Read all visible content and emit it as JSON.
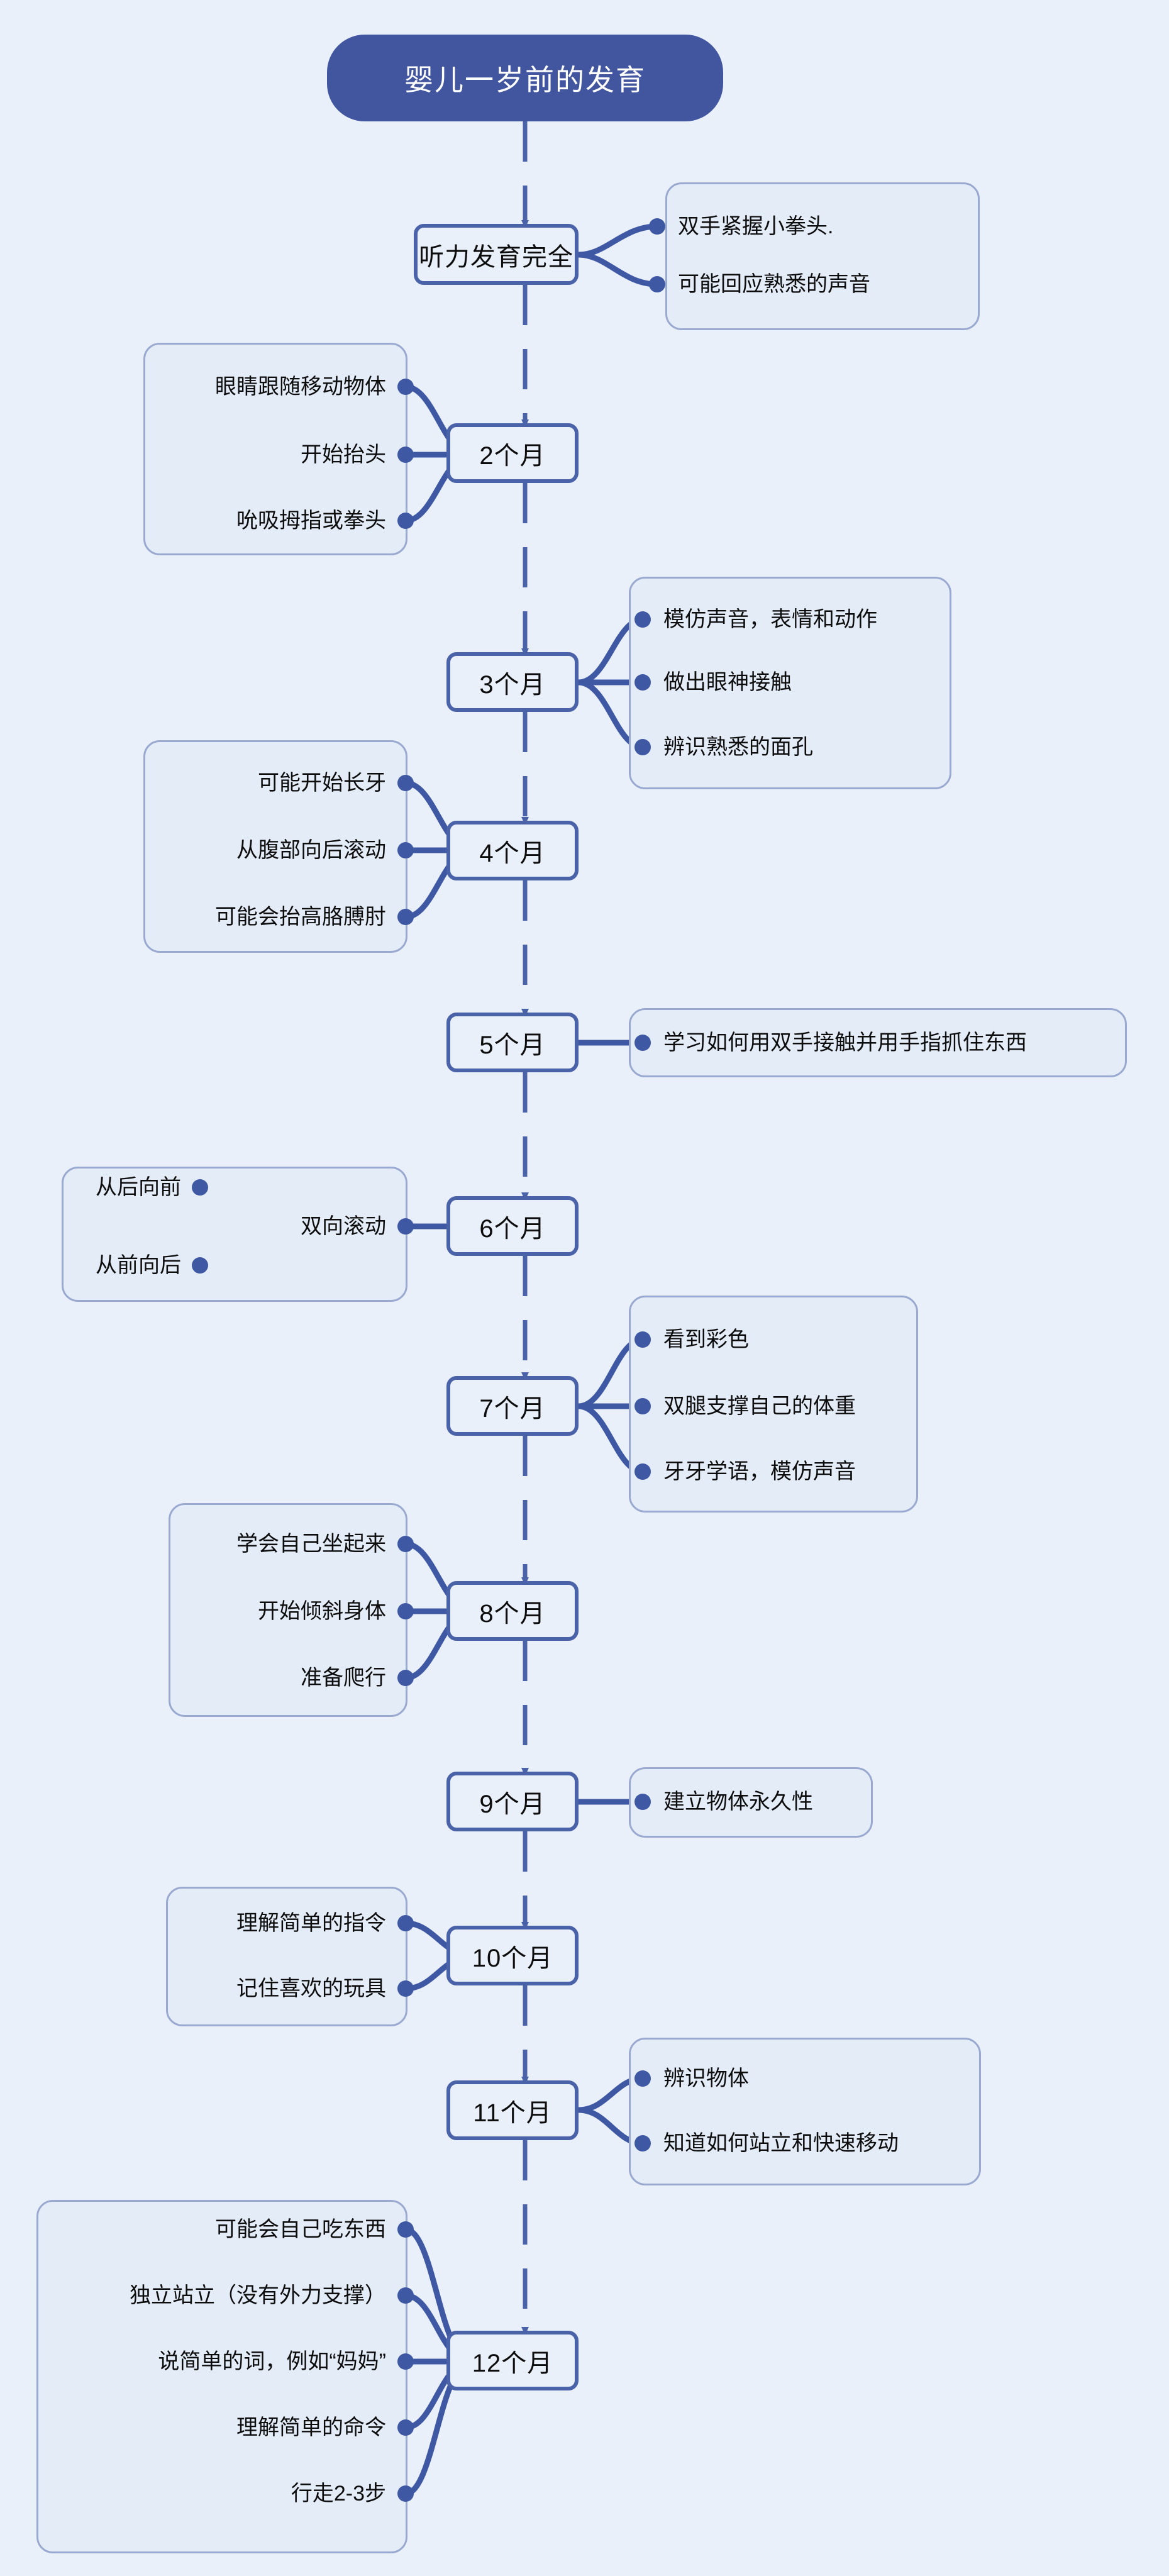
{
  "diagram": {
    "type": "mindmap-timeline",
    "title": "婴儿一岁前的发育",
    "background_color": "#e9f0f9",
    "accent_color": "#4256a0",
    "node_border_color": "#4a62a8",
    "group_border_color": "#9aa9d0",
    "orientation": "vertical",
    "connector_style": "dashed-arrow"
  },
  "milestones": [
    {
      "id": "m0",
      "label": "听力发育完全",
      "side": "right",
      "items": [
        "双手紧握小拳头.",
        "可能回应熟悉的声音"
      ]
    },
    {
      "id": "m2",
      "label": "2个月",
      "side": "left",
      "items": [
        "眼睛跟随移动物体",
        "开始抬头",
        "吮吸拇指或拳头"
      ]
    },
    {
      "id": "m3",
      "label": "3个月",
      "side": "right",
      "items": [
        "模仿声音，表情和动作",
        "做出眼神接触",
        "辨识熟悉的面孔"
      ]
    },
    {
      "id": "m4",
      "label": "4个月",
      "side": "left",
      "items": [
        "可能开始长牙",
        "从腹部向后滚动",
        "可能会抬高胳膊肘"
      ]
    },
    {
      "id": "m5",
      "label": "5个月",
      "side": "right",
      "items": [
        "学习如何用双手接触并用手指抓住东西"
      ]
    },
    {
      "id": "m6",
      "label": "6个月",
      "side": "left",
      "items": [
        "双向滚动"
      ],
      "subitems": [
        "从后向前",
        "从前向后"
      ]
    },
    {
      "id": "m7",
      "label": "7个月",
      "side": "right",
      "items": [
        "看到彩色",
        "双腿支撑自己的体重",
        "牙牙学语，模仿声音"
      ]
    },
    {
      "id": "m8",
      "label": "8个月",
      "side": "left",
      "items": [
        "学会自己坐起来",
        "开始倾斜身体",
        "准备爬行"
      ]
    },
    {
      "id": "m9",
      "label": "9个月",
      "side": "right",
      "items": [
        "建立物体永久性"
      ]
    },
    {
      "id": "m10",
      "label": "10个月",
      "side": "left",
      "items": [
        "理解简单的指令",
        "记住喜欢的玩具"
      ]
    },
    {
      "id": "m11",
      "label": "11个月",
      "side": "right",
      "items": [
        "辨识物体",
        "知道如何站立和快速移动"
      ]
    },
    {
      "id": "m12",
      "label": "12个月",
      "side": "left",
      "items": [
        "可能会自己吃东西",
        "独立站立（没有外力支撑）",
        "说简单的词，例如“妈妈”",
        "理解简单的命令",
        "行走2-3步"
      ]
    }
  ]
}
